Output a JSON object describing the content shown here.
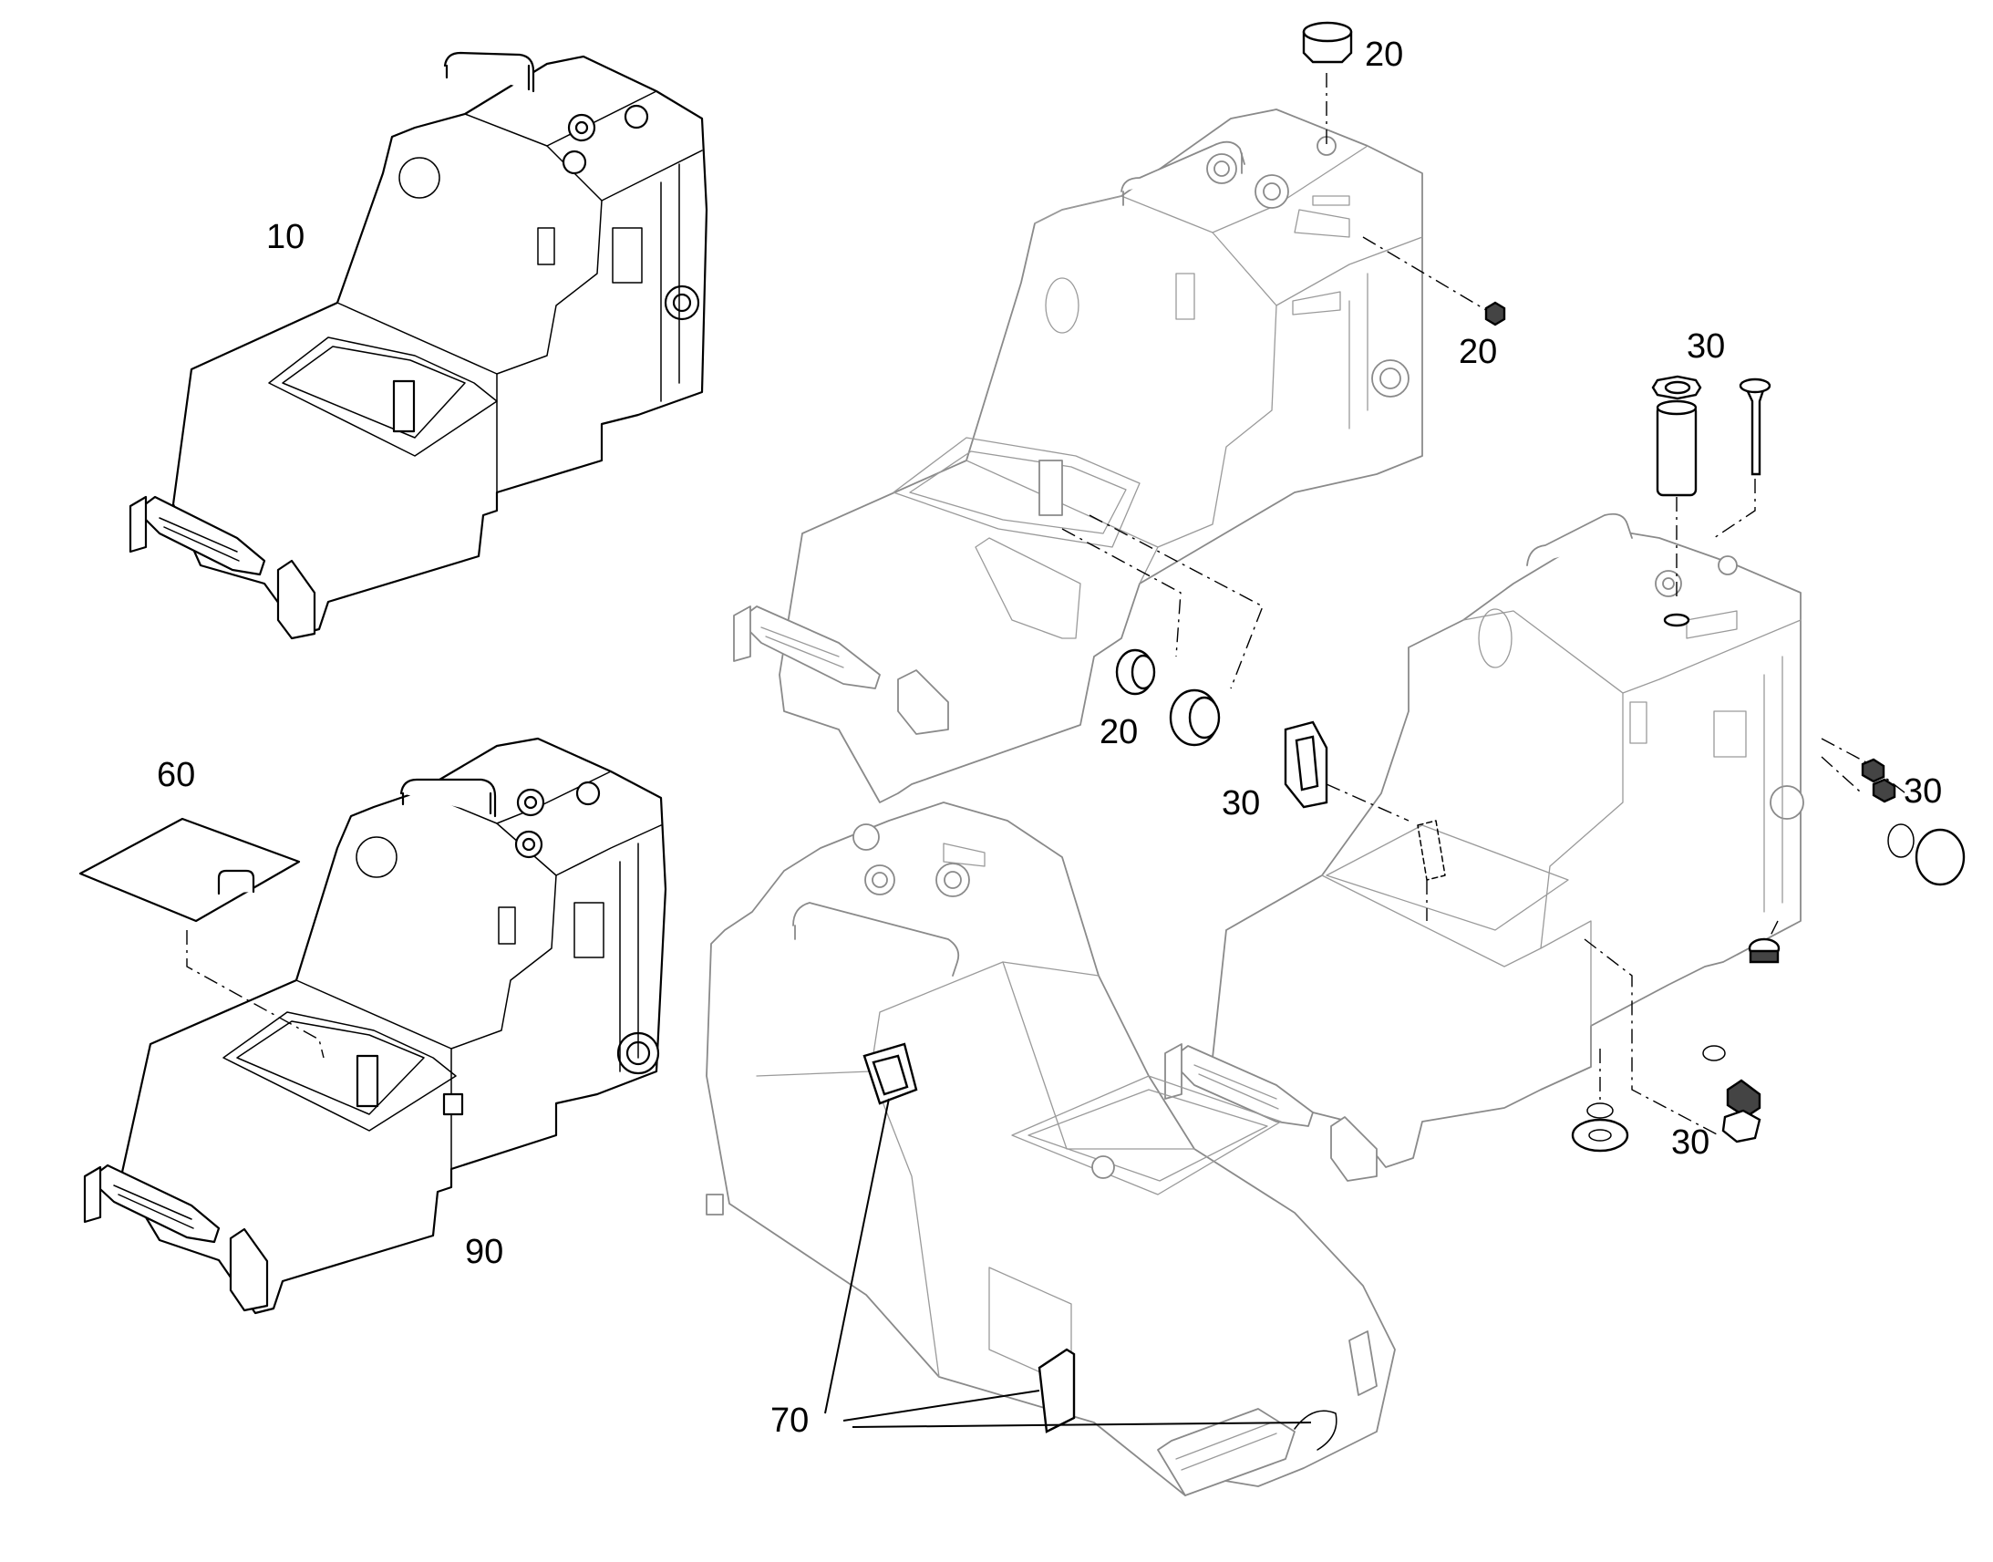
{
  "callouts": {
    "c10": "10",
    "c20a": "20",
    "c20b": "20",
    "c20c": "20",
    "c30a": "30",
    "c30b": "30",
    "c30c": "30",
    "c30d": "30",
    "c60": "60",
    "c70": "70",
    "c90": "90"
  },
  "colors": {
    "line": "#000000",
    "ghost": "#8a8a8a",
    "background": "#ffffff"
  }
}
